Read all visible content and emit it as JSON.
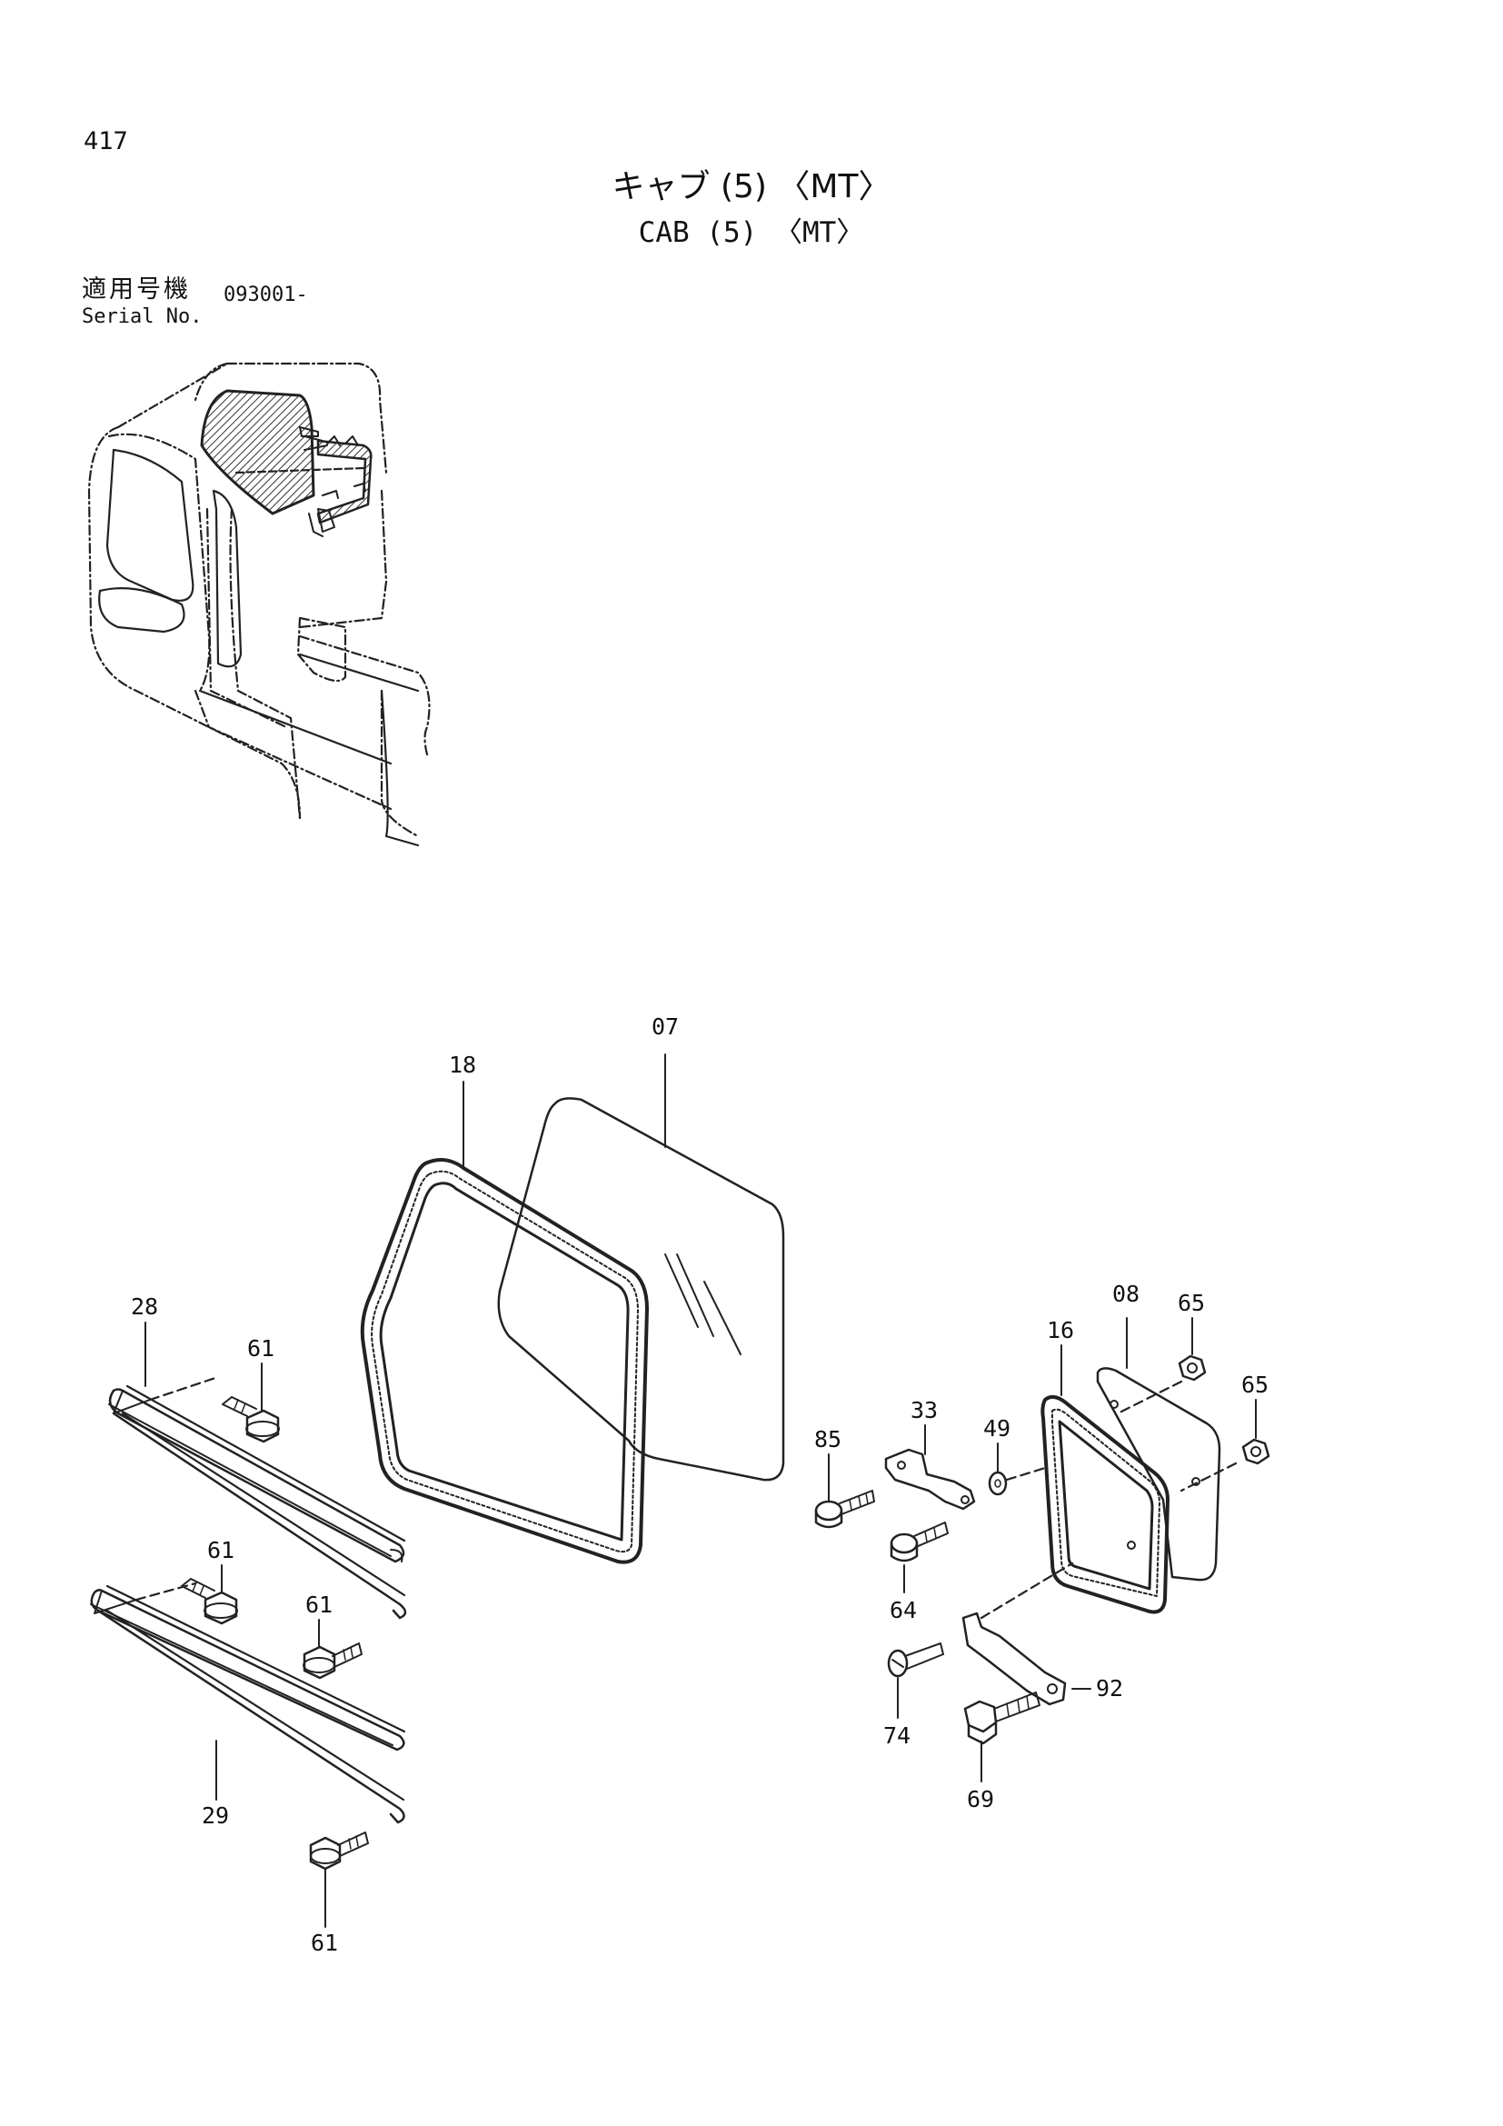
{
  "header": {
    "page_number": "417",
    "title_jp": "キャブ (5) 〈MT〉",
    "title_en": "CAB (5) 〈MT〉",
    "serial_label_jp": "適用号機",
    "serial_label_en": "Serial No.",
    "serial_value": "093001-"
  },
  "callouts": {
    "c07": "07",
    "c18": "18",
    "c28": "28",
    "c61a": "61",
    "c61b": "61",
    "c61c": "61",
    "c61d": "61",
    "c29": "29",
    "c08": "08",
    "c65a": "65",
    "c65b": "65",
    "c16": "16",
    "c85": "85",
    "c33": "33",
    "c49": "49",
    "c64": "64",
    "c74": "74",
    "c92": "92",
    "c69": "69"
  }
}
